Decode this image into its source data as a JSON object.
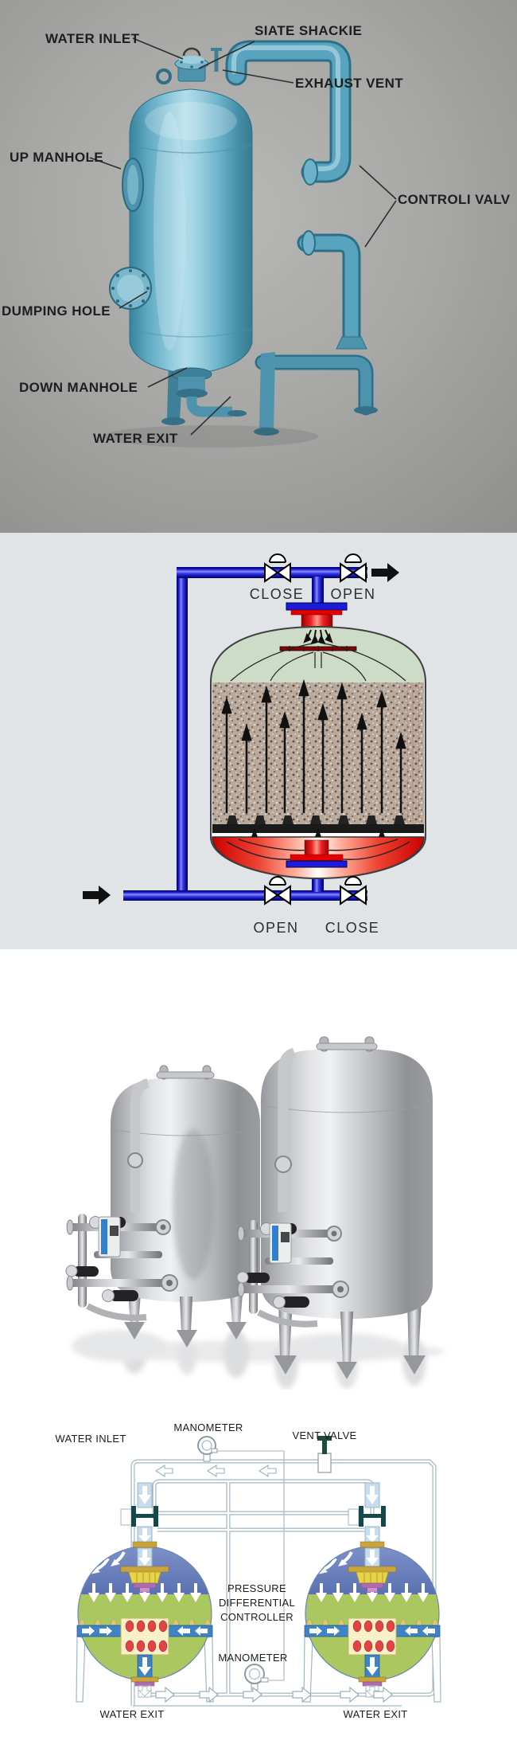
{
  "section1": {
    "description": "photo of blue sand filter vessel with part callouts",
    "labels": {
      "water_inlet": "WATER INLET",
      "siate_shackie": "SIATE SHACKIE",
      "exhaust_vent": "EXHAUST VENT",
      "up_manhole": "UP MANHOLE",
      "controli_valv": "CONTROLI VALV",
      "dumping_hole": "DUMPING HOLE",
      "down_manhole": "DOWN MANHOLE",
      "water_exit": "WATER EXIT"
    }
  },
  "section2": {
    "description": "backwash flow diagram of filter vessel",
    "valve_labels": {
      "top_left": "CLOSE",
      "top_right": "OPEN",
      "bottom_left": "OPEN",
      "bottom_right": "CLOSE"
    }
  },
  "section3": {
    "description": "photo of two stainless steel filter tanks with valve manifolds"
  },
  "section4": {
    "description": "twin filter piping schematic",
    "labels": {
      "water_inlet": "WATER INLET",
      "manometer_top": "MANOMETER",
      "vent_valve": "VENT VALVE",
      "pdc_line1": "PRESSURE",
      "pdc_line2": "DIFFERENTIAL",
      "pdc_line3": "CONTROLLER",
      "manometer_bottom": "MANOMETER",
      "water_exit_left": "WATER EXIT",
      "water_exit_right": "WATER EXIT"
    }
  },
  "colors": {
    "pipe_blue": "#1c1cd8",
    "fitting_red": "#e00000",
    "dome_green": "#cddcc7",
    "media_tan": "#b8a99c",
    "tank_teal": "#5fa9c2",
    "schematic_line": "#a2b6c0",
    "schematic_tank_blue": "#6076b8",
    "schematic_tank_green": "#abc75f",
    "steel_gray": "#c6c8cb"
  }
}
